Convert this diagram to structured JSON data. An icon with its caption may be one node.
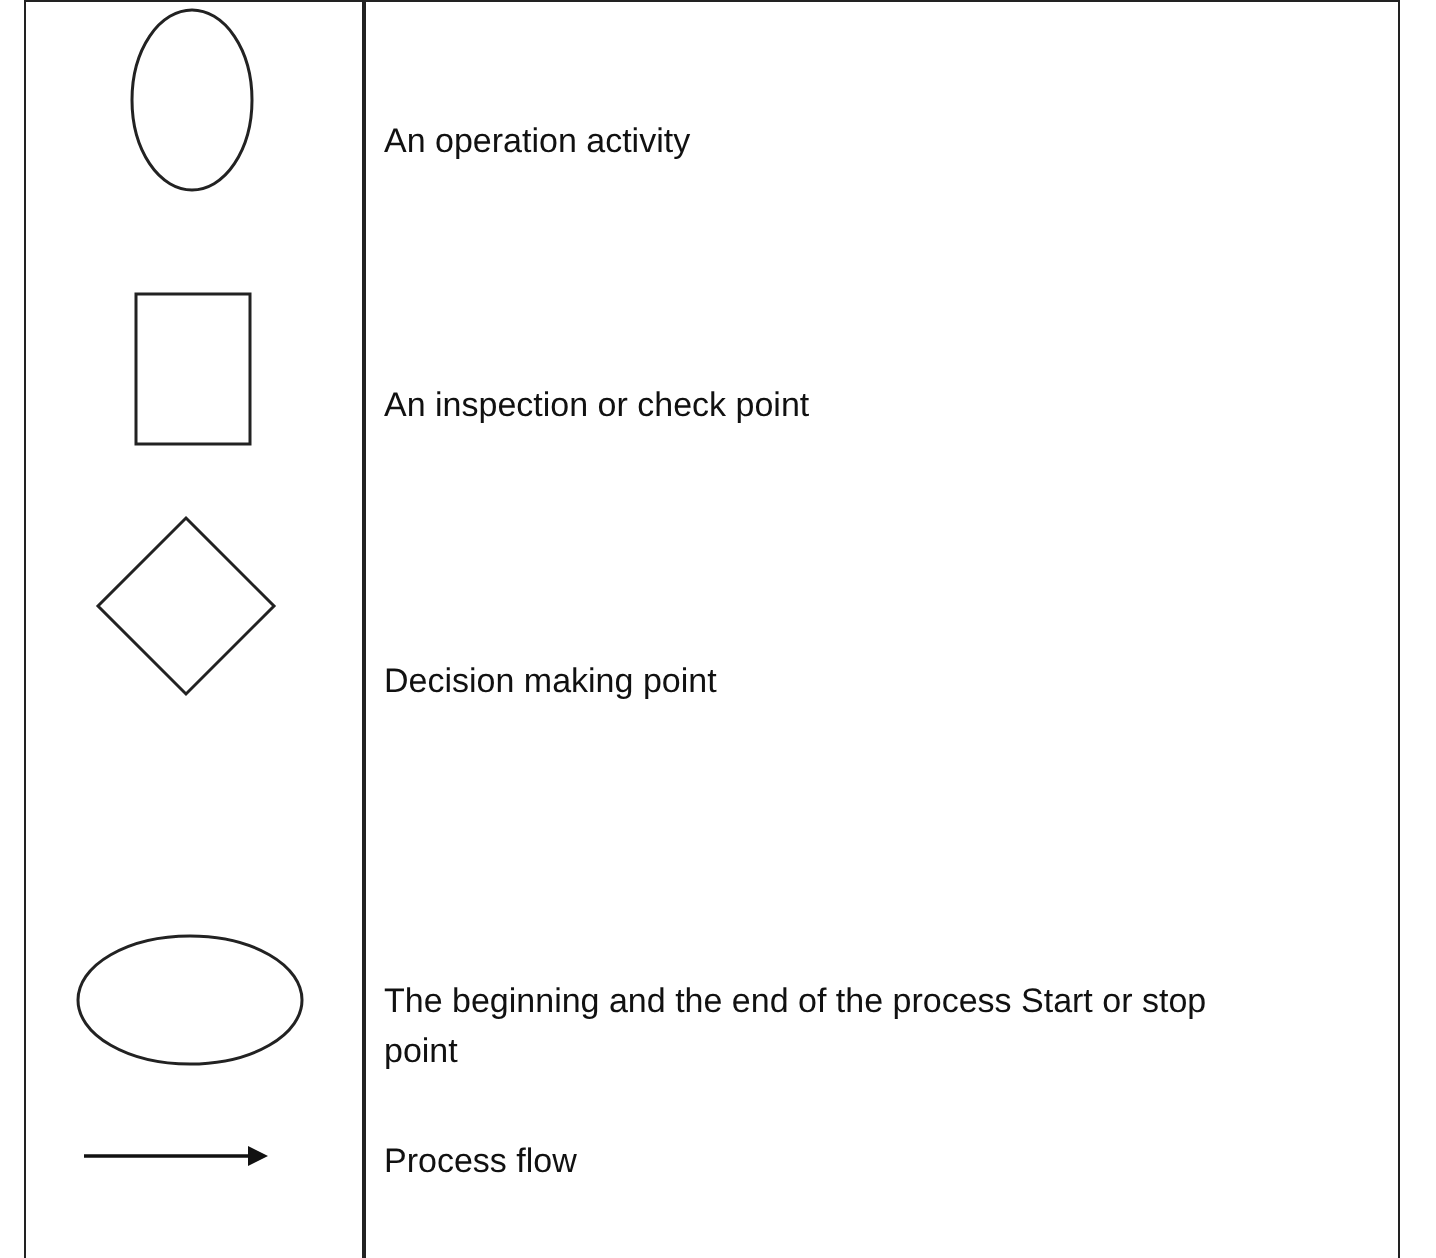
{
  "diagram": {
    "legend": [
      {
        "text": "An operation activity"
      },
      {
        "text": "An inspection or check point"
      },
      {
        "text": "Decision making point"
      },
      {
        "text": "The beginning and the end of the process Start or stop point"
      },
      {
        "text": "Process flow"
      }
    ]
  }
}
